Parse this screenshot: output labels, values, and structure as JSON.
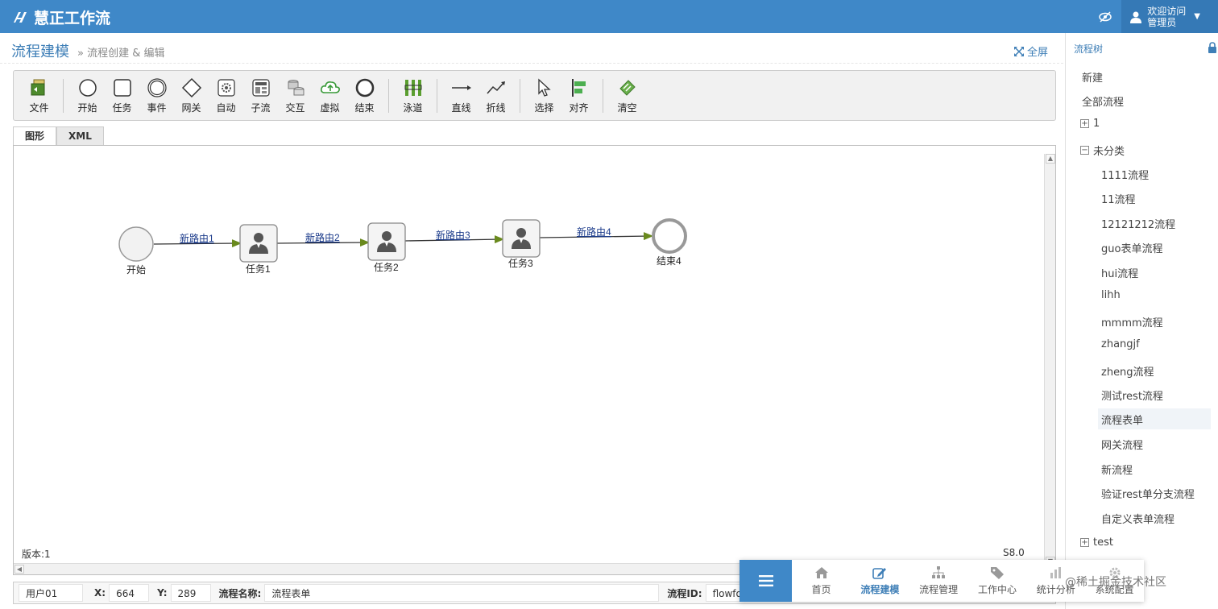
{
  "app": {
    "title": "慧正工作流",
    "welcome": "欢迎访问",
    "user_role": "管理员"
  },
  "breadcrumb": {
    "title": "流程建模",
    "sub": "» 流程创建 & 编辑",
    "fullscreen": "全屏"
  },
  "toolbar": [
    {
      "label": "文件",
      "icon": "file-icon"
    },
    {
      "label": "开始",
      "icon": "start-circle-icon"
    },
    {
      "label": "任务",
      "icon": "task-square-icon"
    },
    {
      "label": "事件",
      "icon": "event-circle-icon"
    },
    {
      "label": "网关",
      "icon": "gateway-diamond-icon"
    },
    {
      "label": "自动",
      "icon": "auto-gear-icon"
    },
    {
      "label": "子流",
      "icon": "subflow-icon"
    },
    {
      "label": "交互",
      "icon": "interaction-icon"
    },
    {
      "label": "虚拟",
      "icon": "virtual-cloud-icon"
    },
    {
      "label": "结束",
      "icon": "end-circle-icon"
    },
    {
      "label": "泳道",
      "icon": "swimlane-icon"
    },
    {
      "label": "直线",
      "icon": "straight-line-icon"
    },
    {
      "label": "折线",
      "icon": "polyline-icon"
    },
    {
      "label": "选择",
      "icon": "select-pointer-icon"
    },
    {
      "label": "对齐",
      "icon": "align-icon"
    },
    {
      "label": "清空",
      "icon": "clear-icon"
    }
  ],
  "tabs": [
    "图形",
    "XML"
  ],
  "diagram": {
    "nodes": [
      {
        "label": "开始",
        "type": "start"
      },
      {
        "label": "任务1",
        "type": "task"
      },
      {
        "label": "任务2",
        "type": "task"
      },
      {
        "label": "任务3",
        "type": "task"
      },
      {
        "label": "结束4",
        "type": "end"
      }
    ],
    "edges": [
      "新路由1",
      "新路由2",
      "新路由3",
      "新路由4"
    ]
  },
  "canvas": {
    "version": "版本:1",
    "scale": "S8.0"
  },
  "statusbar": {
    "user": "用户01",
    "x_label": "X:",
    "x_value": "664",
    "y_label": "Y:",
    "y_value": "289",
    "name_label": "流程名称:",
    "name_value": "流程表单",
    "id_label": "流程ID:",
    "id_value": "flowforn"
  },
  "sidebar": {
    "title": "流程树",
    "new": "新建",
    "all": "全部流程",
    "group1": "1",
    "group2": "未分类",
    "items": [
      "1111流程",
      "11流程",
      "12121212流程",
      "guo表单流程",
      "hui流程",
      "lihh",
      "mmmm流程",
      "zhangjf",
      "zheng流程",
      "测试rest流程",
      "流程表单",
      "网关流程",
      "新流程",
      "验证rest单分支流程",
      "自定义表单流程"
    ],
    "group3": "test"
  },
  "bottomnav": [
    "首页",
    "流程建模",
    "流程管理",
    "工作中心",
    "统计分析",
    "系统配置"
  ],
  "watermark": "@稀土掘金技术社区"
}
